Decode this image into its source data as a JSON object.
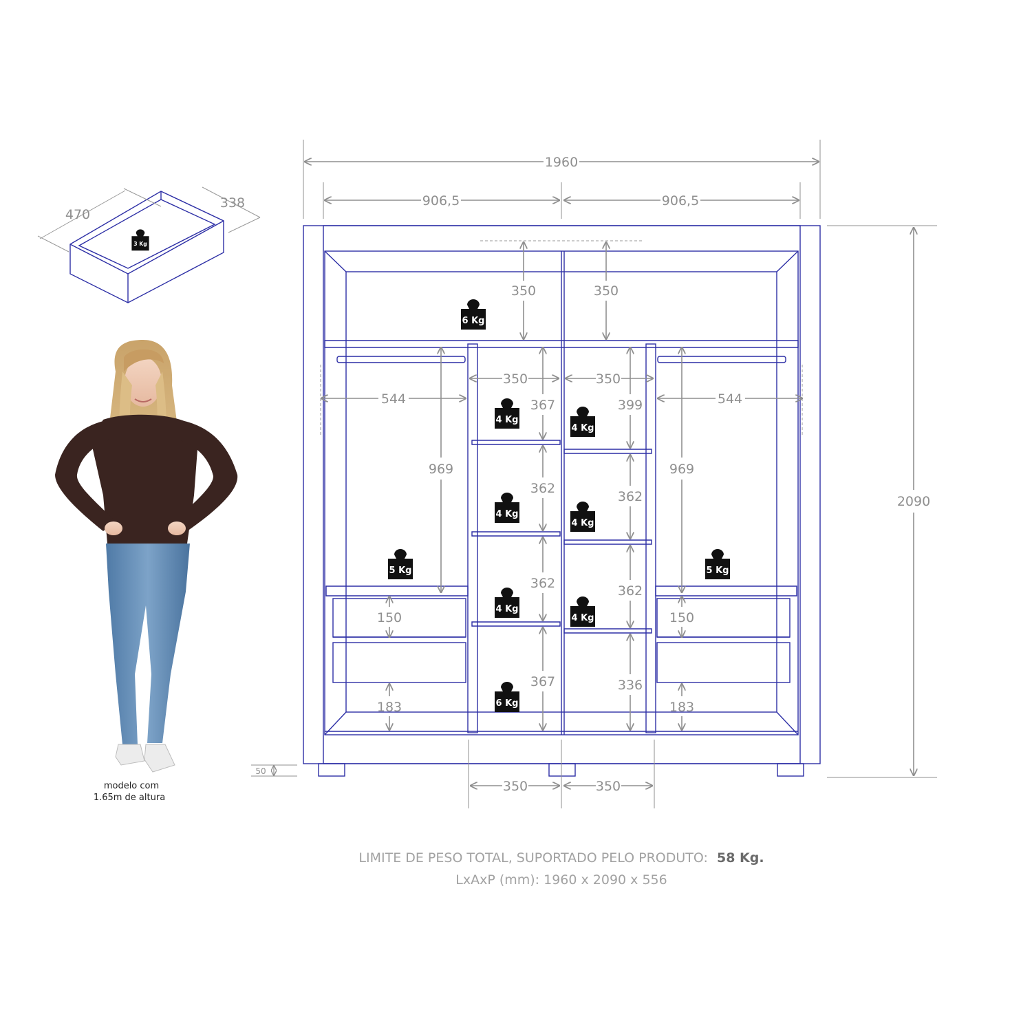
{
  "colors": {
    "line": "#2d2fa6",
    "dimension": "#8f8f8f",
    "weight_icon": "#111111",
    "background": "#ffffff"
  },
  "drawer_detail": {
    "width_label": "470",
    "depth_label": "338",
    "weight_label": "3 Kg"
  },
  "model": {
    "caption_line1": "modelo com",
    "caption_line2": "1.65m de altura"
  },
  "dimensions": {
    "total_width": "1960",
    "half_left": "906,5",
    "half_right": "906,5",
    "total_height": "2090",
    "foot_height": "50",
    "top_left": "350",
    "top_right": "350",
    "hang_left": "544",
    "hang_right": "544",
    "hang_height_left": "969",
    "hang_height_right": "969",
    "inner_left_width": "350",
    "inner_right_width": "350",
    "inner_left_rows": [
      "367",
      "362",
      "362",
      "367"
    ],
    "inner_right_rows": [
      "399",
      "362",
      "362",
      "336"
    ],
    "drawer_left": "150",
    "drawer_right": "150",
    "bottom_left": "183",
    "bottom_right": "183",
    "base_left": "350",
    "base_right": "350"
  },
  "weights": {
    "top": "6 Kg",
    "inner_left": [
      "4 Kg",
      "4 Kg",
      "4 Kg",
      "6 Kg"
    ],
    "inner_right": [
      "4 Kg",
      "4 Kg",
      "4 Kg"
    ],
    "drawer_left": "5 Kg",
    "drawer_right": "5 Kg"
  },
  "footer": {
    "limit_text": "LIMITE DE PESO TOTAL, SUPORTADO PELO PRODUTO:",
    "limit_value": "58 Kg.",
    "size_text": "LxAxP (mm): 1960 x 2090 x 556"
  }
}
